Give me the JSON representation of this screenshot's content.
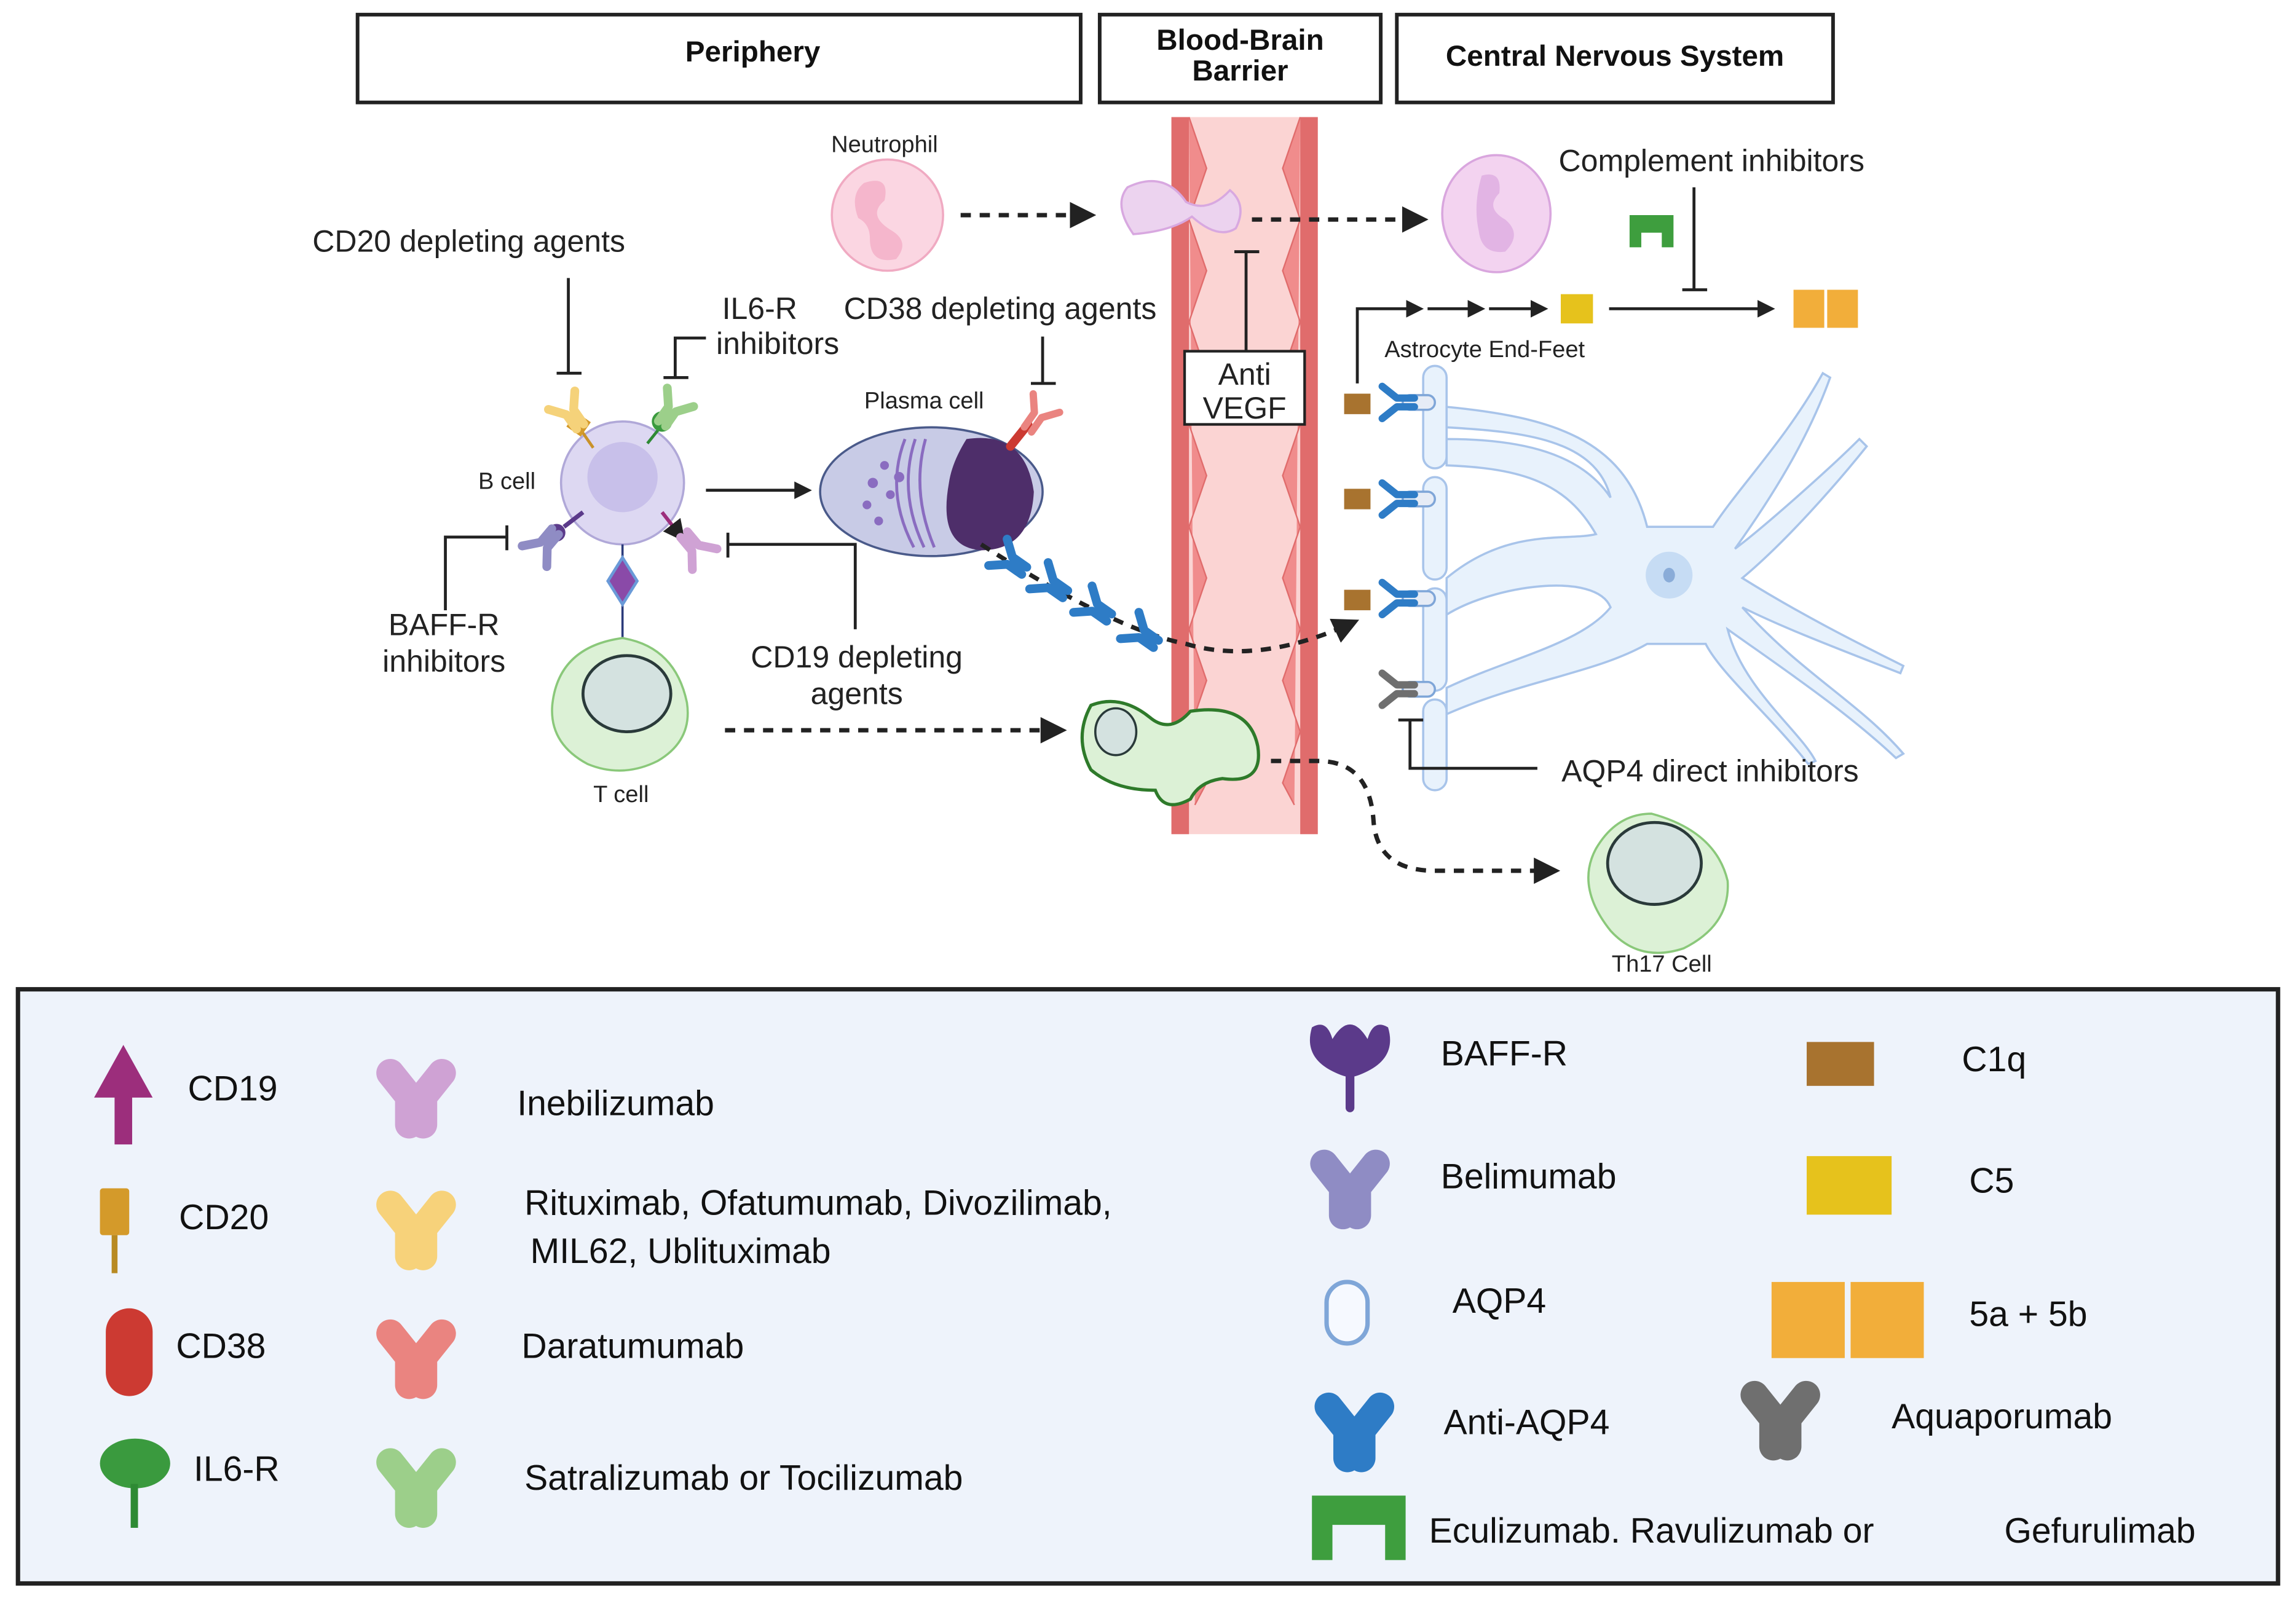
{
  "headers": {
    "periphery": "Periphery",
    "bbb_line1": "Blood-Brain",
    "bbb_line2": "Barrier",
    "cns": "Central Nervous System"
  },
  "cells": {
    "neutrophil": "Neutrophil",
    "b_cell": "B cell",
    "plasma_cell": "Plasma cell",
    "t_cell": "T cell",
    "th17_cell": "Th17 Cell",
    "astrocyte_end_feet": "Astrocyte End-Feet"
  },
  "therapies": {
    "cd20": "CD20 depleting agents",
    "il6r_line1": "IL6-R",
    "il6r_line2": "inhibitors",
    "cd38": "CD38 depleting agents",
    "baffr_line1": "BAFF-R",
    "baffr_line2": "inhibitors",
    "cd19_line1": "CD19 depleting",
    "cd19_line2": "agents",
    "anti_vegf_line1": "Anti",
    "anti_vegf_line2": "VEGF",
    "complement": "Complement inhibitors",
    "aqp4_direct": "AQP4 direct inhibitors"
  },
  "legend": {
    "col1": [
      {
        "label": "CD19",
        "icon": "cd19-arrow-icon",
        "color": "#9c2e7c"
      },
      {
        "label": "CD20",
        "icon": "cd20-receptor-icon",
        "color": "#d49a2a"
      },
      {
        "label": "CD38",
        "icon": "cd38-capsule-icon",
        "color": "#cc3a32"
      },
      {
        "label": "IL6-R",
        "icon": "il6r-receptor-icon",
        "color": "#3a9a3e"
      }
    ],
    "col2": [
      {
        "label": "Inebilizumab",
        "icon": "antibody-icon",
        "color": "#cfa2d4"
      },
      {
        "label_line1": "Rituximab, Ofatumumab, Divozilimab,",
        "label_line2": "MIL62, Ublituximab",
        "icon": "antibody-icon",
        "color": "#f7d27a"
      },
      {
        "label": "Daratumumab",
        "icon": "antibody-icon",
        "color": "#ea8480"
      },
      {
        "label": "Satralizumab or Tocilizumab",
        "icon": "antibody-icon",
        "color": "#9ccf8a"
      }
    ],
    "col3": [
      {
        "label": "BAFF-R",
        "icon": "baffr-receptor-icon",
        "color": "#5b3a8a"
      },
      {
        "label": "Belimumab",
        "icon": "antibody-icon",
        "color": "#8f8cc4"
      },
      {
        "label": "AQP4",
        "icon": "aqp4-channel-icon",
        "color": "#7fa6d8"
      },
      {
        "label": "Anti-AQP4",
        "icon": "antibody-icon",
        "color": "#2e7cc6"
      }
    ],
    "col4": [
      {
        "label": "C1q",
        "icon": "c1q-square-icon",
        "color": "#a8732f"
      },
      {
        "label": "C5",
        "icon": "c5-square-icon",
        "color": "#e6c21c"
      },
      {
        "label": "5a + 5b",
        "icon": "c5a-c5b-squares-icon",
        "color": "#f2ae3a"
      },
      {
        "label": "Aquaporumab",
        "icon": "antibody-icon",
        "color": "#6f6f6f"
      }
    ],
    "bottom": {
      "label_a": "Eculizumab. Ravulizumab or",
      "label_b": "Gefurulimab",
      "icon": "complement-inhibitor-icon",
      "color": "#3e9e3e"
    }
  }
}
